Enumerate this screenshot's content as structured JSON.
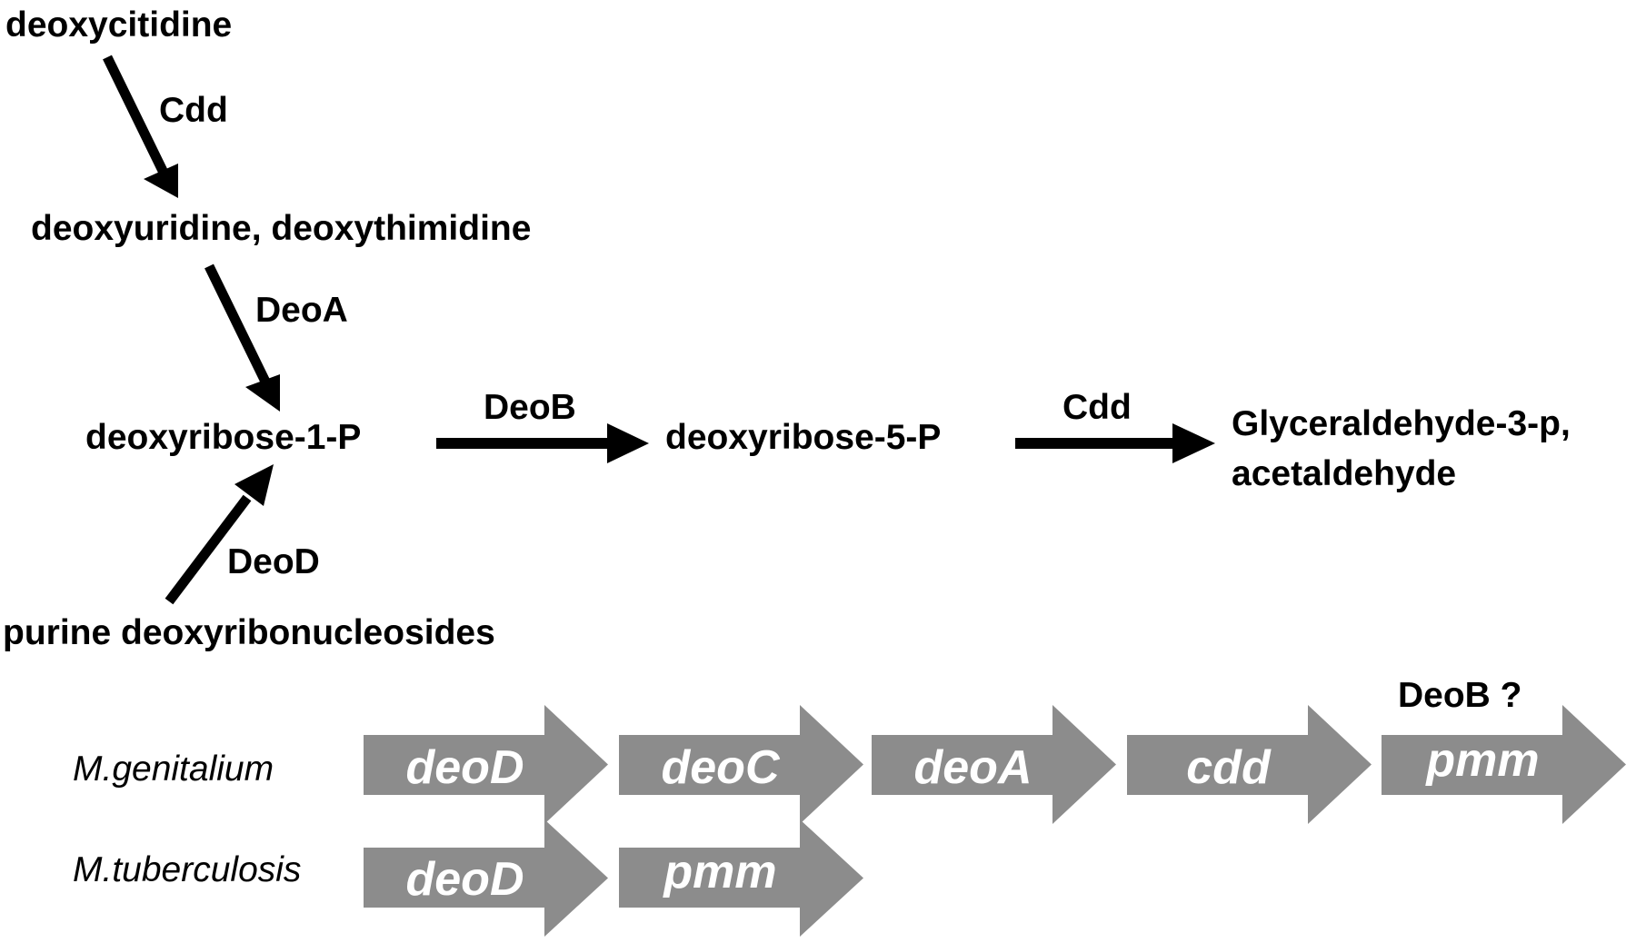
{
  "pathway": {
    "compounds": {
      "deoxycitidine": "deoxycitidine",
      "deoxyuridine": "deoxyuridine, deoxythimidine",
      "deoxyribose1p": "deoxyribose-1-P",
      "deoxyribose5p": "deoxyribose-5-P",
      "products_line1": "Glyceraldehyde-3-p,",
      "products_line2": "acetaldehyde",
      "purine": "purine deoxyribonucleosides"
    },
    "enzymes": {
      "cdd_1": "Cdd",
      "deoA": "DeoA",
      "deoB": "DeoB",
      "cdd_2": "Cdd",
      "deoD": "DeoD"
    },
    "arrow_color": "#000000"
  },
  "operons": {
    "gene_color": "#8c8c8c",
    "annotation": "DeoB ?",
    "rows": [
      {
        "organism": "M.genitalium",
        "genes": [
          "deoD",
          "deoC",
          "deoA",
          "cdd",
          "pmm"
        ]
      },
      {
        "organism": "M.tuberculosis",
        "genes": [
          "deoD",
          "pmm"
        ]
      }
    ]
  }
}
